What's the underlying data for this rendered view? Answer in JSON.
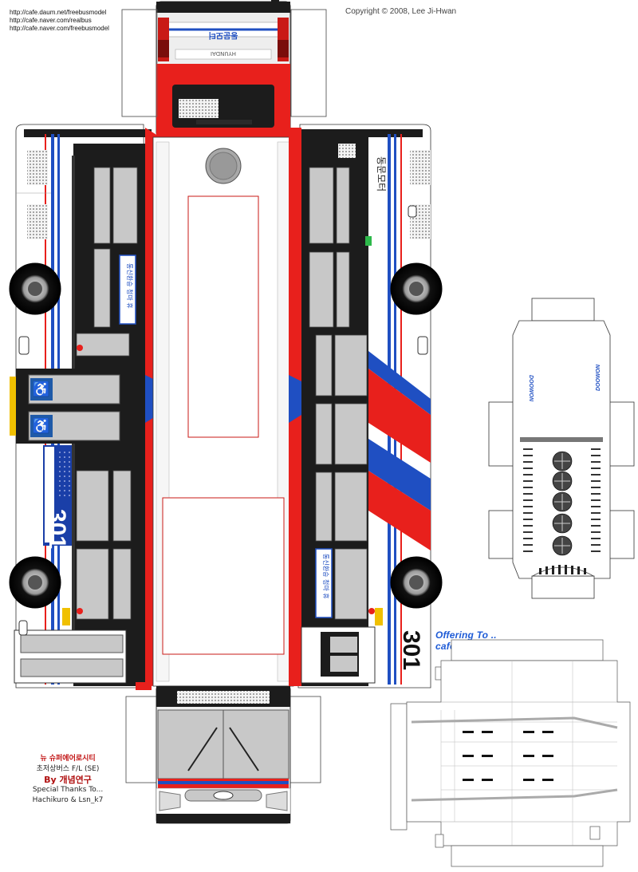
{
  "urls": [
    "http://cafe.daum.net/freebusmodel",
    "http://cafe.naver.com/realbus",
    "http://cafe.naver.com/freebusmodel"
  ],
  "copyright": "Copyright © 2008, Lee Ji-Hwan",
  "offering": "Offering To .. cafe.naver.com/freebusmodel",
  "credits": {
    "model_name": "뉴 슈퍼에어로시티",
    "model_sub": "초저상버스 F/L (SE)",
    "author": "By 개념연구",
    "thanks": "Special Thanks To...",
    "thanks_names": "Hachikuro & Lsn_k7"
  },
  "route_number": "301",
  "roof_panel_brand": "DOOWON",
  "colors": {
    "body_red": "#e8201c",
    "stripe_blue": "#1f4fc2",
    "window_grey": "#c8c8c8",
    "frame_black": "#1c1c1c",
    "route_plate_blue": "#1a3fa8"
  },
  "icons": [
    "wheelchair-icon",
    "hyundai-logo-icon",
    "fan-icon"
  ]
}
